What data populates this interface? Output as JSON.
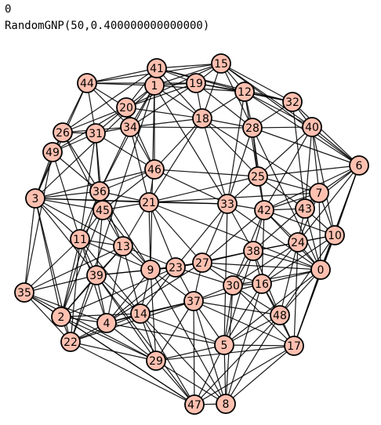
{
  "output": {
    "line1": "0",
    "line2": "RandomGNP(50,0.400000000000000)"
  },
  "graph": {
    "node_fill": "#ffc0b0",
    "edge_color": "#000000",
    "nodes": [
      "0",
      "1",
      "2",
      "3",
      "4",
      "5",
      "6",
      "7",
      "8",
      "9",
      "10",
      "11",
      "12",
      "13",
      "14",
      "15",
      "16",
      "17",
      "18",
      "19",
      "20",
      "21",
      "22",
      "23",
      "24",
      "25",
      "26",
      "27",
      "28",
      "29",
      "30",
      "31",
      "32",
      "33",
      "34",
      "35",
      "36",
      "37",
      "38",
      "39",
      "40",
      "41",
      "42",
      "43",
      "44",
      "45",
      "46",
      "47",
      "48",
      "49"
    ],
    "edges": [
      [
        0,
        7
      ],
      [
        0,
        10
      ],
      [
        0,
        24
      ],
      [
        0,
        43
      ],
      [
        0,
        48
      ],
      [
        0,
        17
      ],
      [
        0,
        16
      ],
      [
        0,
        38
      ],
      [
        0,
        6
      ],
      [
        0,
        33
      ],
      [
        0,
        5
      ],
      [
        0,
        30
      ],
      [
        0,
        42
      ],
      [
        0,
        27
      ],
      [
        0,
        21
      ],
      [
        0,
        28
      ],
      [
        1,
        41
      ],
      [
        1,
        44
      ],
      [
        1,
        20
      ],
      [
        1,
        19
      ],
      [
        1,
        15
      ],
      [
        1,
        34
      ],
      [
        1,
        18
      ],
      [
        1,
        12
      ],
      [
        1,
        46
      ],
      [
        1,
        3
      ],
      [
        1,
        36
      ],
      [
        1,
        9
      ],
      [
        1,
        22
      ],
      [
        1,
        33
      ],
      [
        2,
        35
      ],
      [
        2,
        22
      ],
      [
        2,
        4
      ],
      [
        2,
        11
      ],
      [
        2,
        39
      ],
      [
        2,
        13
      ],
      [
        2,
        36
      ],
      [
        2,
        3
      ],
      [
        2,
        29
      ],
      [
        2,
        14
      ],
      [
        2,
        47
      ],
      [
        2,
        45
      ],
      [
        2,
        23
      ],
      [
        3,
        35
      ],
      [
        3,
        36
      ],
      [
        3,
        45
      ],
      [
        3,
        11
      ],
      [
        3,
        49
      ],
      [
        3,
        26
      ],
      [
        3,
        44
      ],
      [
        3,
        13
      ],
      [
        3,
        39
      ],
      [
        3,
        22
      ],
      [
        3,
        21
      ],
      [
        3,
        46
      ],
      [
        3,
        33
      ],
      [
        4,
        22
      ],
      [
        4,
        14
      ],
      [
        4,
        39
      ],
      [
        4,
        29
      ],
      [
        4,
        9
      ],
      [
        4,
        13
      ],
      [
        4,
        37
      ],
      [
        4,
        23
      ],
      [
        4,
        11
      ],
      [
        4,
        27
      ],
      [
        4,
        5
      ],
      [
        4,
        35
      ],
      [
        5,
        47
      ],
      [
        5,
        8
      ],
      [
        5,
        17
      ],
      [
        5,
        37
      ],
      [
        5,
        30
      ],
      [
        5,
        29
      ],
      [
        5,
        16
      ],
      [
        5,
        48
      ],
      [
        5,
        14
      ],
      [
        5,
        38
      ],
      [
        5,
        33
      ],
      [
        6,
        40
      ],
      [
        6,
        32
      ],
      [
        6,
        7
      ],
      [
        6,
        43
      ],
      [
        6,
        10
      ],
      [
        6,
        17
      ],
      [
        6,
        25
      ],
      [
        6,
        12
      ],
      [
        6,
        15
      ],
      [
        6,
        28
      ],
      [
        6,
        42
      ],
      [
        6,
        24
      ],
      [
        7,
        43
      ],
      [
        7,
        10
      ],
      [
        7,
        40
      ],
      [
        7,
        24
      ],
      [
        7,
        25
      ],
      [
        7,
        38
      ],
      [
        7,
        42
      ],
      [
        7,
        18
      ],
      [
        7,
        21
      ],
      [
        8,
        47
      ],
      [
        8,
        29
      ],
      [
        8,
        17
      ],
      [
        8,
        37
      ],
      [
        8,
        30
      ],
      [
        8,
        16
      ],
      [
        8,
        48
      ],
      [
        8,
        14
      ],
      [
        8,
        9
      ],
      [
        9,
        13
      ],
      [
        9,
        23
      ],
      [
        9,
        39
      ],
      [
        9,
        45
      ],
      [
        9,
        14
      ],
      [
        9,
        27
      ],
      [
        9,
        36
      ],
      [
        9,
        11
      ],
      [
        9,
        37
      ],
      [
        9,
        21
      ],
      [
        9,
        29
      ],
      [
        10,
        24
      ],
      [
        10,
        17
      ],
      [
        10,
        43
      ],
      [
        10,
        40
      ],
      [
        10,
        38
      ],
      [
        10,
        42
      ],
      [
        10,
        48
      ],
      [
        10,
        16
      ],
      [
        11,
        35
      ],
      [
        11,
        39
      ],
      [
        11,
        13
      ],
      [
        11,
        36
      ],
      [
        11,
        45
      ],
      [
        11,
        22
      ],
      [
        11,
        49
      ],
      [
        11,
        31
      ],
      [
        11,
        14
      ],
      [
        12,
        15
      ],
      [
        12,
        32
      ],
      [
        12,
        28
      ],
      [
        12,
        18
      ],
      [
        12,
        40
      ],
      [
        12,
        19
      ],
      [
        12,
        25
      ],
      [
        12,
        33
      ],
      [
        12,
        41
      ],
      [
        13,
        39
      ],
      [
        13,
        45
      ],
      [
        13,
        21
      ],
      [
        13,
        23
      ],
      [
        13,
        36
      ],
      [
        13,
        14
      ],
      [
        13,
        35
      ],
      [
        14,
        29
      ],
      [
        14,
        22
      ],
      [
        14,
        37
      ],
      [
        14,
        23
      ],
      [
        14,
        47
      ],
      [
        14,
        39
      ],
      [
        15,
        41
      ],
      [
        15,
        19
      ],
      [
        15,
        32
      ],
      [
        15,
        40
      ],
      [
        15,
        44
      ],
      [
        15,
        28
      ],
      [
        15,
        18
      ],
      [
        15,
        20
      ],
      [
        16,
        30
      ],
      [
        16,
        48
      ],
      [
        16,
        17
      ],
      [
        16,
        38
      ],
      [
        16,
        24
      ],
      [
        16,
        37
      ],
      [
        16,
        27
      ],
      [
        16,
        42
      ],
      [
        17,
        48
      ],
      [
        17,
        47
      ],
      [
        17,
        29
      ],
      [
        17,
        37
      ],
      [
        17,
        30
      ],
      [
        17,
        24
      ],
      [
        18,
        19
      ],
      [
        18,
        28
      ],
      [
        18,
        34
      ],
      [
        18,
        46
      ],
      [
        18,
        25
      ],
      [
        18,
        33
      ],
      [
        18,
        21
      ],
      [
        18,
        20
      ],
      [
        18,
        41
      ],
      [
        19,
        41
      ],
      [
        19,
        20
      ],
      [
        19,
        28
      ],
      [
        19,
        44
      ],
      [
        19,
        34
      ],
      [
        19,
        32
      ],
      [
        20,
        44
      ],
      [
        20,
        34
      ],
      [
        20,
        31
      ],
      [
        20,
        26
      ],
      [
        20,
        41
      ],
      [
        20,
        46
      ],
      [
        20,
        49
      ],
      [
        21,
        46
      ],
      [
        21,
        45
      ],
      [
        21,
        33
      ],
      [
        21,
        23
      ],
      [
        21,
        27
      ],
      [
        21,
        36
      ],
      [
        21,
        34
      ],
      [
        21,
        25
      ],
      [
        22,
        35
      ],
      [
        22,
        29
      ],
      [
        22,
        39
      ],
      [
        22,
        47
      ],
      [
        22,
        37
      ],
      [
        23,
        27
      ],
      [
        23,
        37
      ],
      [
        23,
        30
      ],
      [
        23,
        38
      ],
      [
        23,
        39
      ],
      [
        23,
        33
      ],
      [
        24,
        43
      ],
      [
        24,
        42
      ],
      [
        24,
        38
      ],
      [
        24,
        48
      ],
      [
        24,
        30
      ],
      [
        25,
        33
      ],
      [
        25,
        42
      ],
      [
        25,
        28
      ],
      [
        25,
        40
      ],
      [
        25,
        46
      ],
      [
        25,
        43
      ],
      [
        26,
        31
      ],
      [
        26,
        44
      ],
      [
        26,
        49
      ],
      [
        26,
        34
      ],
      [
        26,
        36
      ],
      [
        26,
        41
      ],
      [
        26,
        45
      ],
      [
        27,
        30
      ],
      [
        27,
        38
      ],
      [
        27,
        33
      ],
      [
        27,
        37
      ],
      [
        27,
        42
      ],
      [
        28,
        32
      ],
      [
        28,
        40
      ],
      [
        28,
        33
      ],
      [
        28,
        42
      ],
      [
        28,
        34
      ],
      [
        29,
        47
      ],
      [
        29,
        37
      ],
      [
        29,
        35
      ],
      [
        29,
        39
      ],
      [
        30,
        38
      ],
      [
        30,
        37
      ],
      [
        30,
        48
      ],
      [
        30,
        42
      ],
      [
        31,
        34
      ],
      [
        31,
        44
      ],
      [
        31,
        49
      ],
      [
        31,
        36
      ],
      [
        31,
        46
      ],
      [
        31,
        45
      ],
      [
        32,
        40
      ],
      [
        32,
        41
      ],
      [
        32,
        43
      ],
      [
        33,
        42
      ],
      [
        33,
        46
      ],
      [
        33,
        38
      ],
      [
        34,
        46
      ],
      [
        34,
        44
      ],
      [
        34,
        36
      ],
      [
        35,
        39
      ],
      [
        35,
        47
      ],
      [
        35,
        49
      ],
      [
        36,
        45
      ],
      [
        36,
        49
      ],
      [
        36,
        46
      ],
      [
        37,
        47
      ],
      [
        37,
        48
      ],
      [
        38,
        42
      ],
      [
        38,
        48
      ],
      [
        39,
        45
      ],
      [
        39,
        47
      ],
      [
        40,
        43
      ],
      [
        40,
        42
      ],
      [
        41,
        44
      ],
      [
        43,
        42
      ],
      [
        45,
        46
      ],
      [
        48,
        47
      ]
    ]
  }
}
